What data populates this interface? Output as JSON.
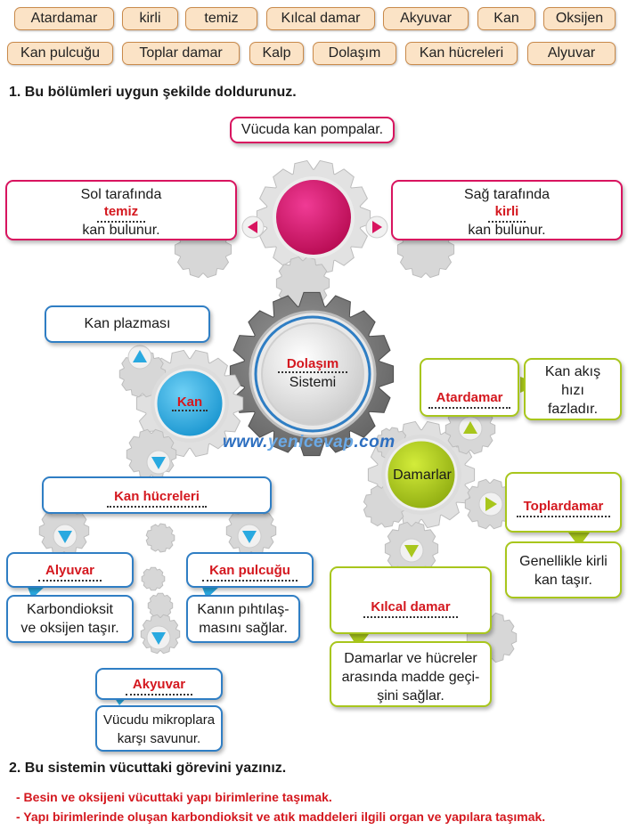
{
  "word_bank": [
    "Atardamar",
    "kirli",
    "temiz",
    "Kılcal damar",
    "Akyuvar",
    "Kan",
    "Oksijen",
    "Kan pulcuğu",
    "Toplar damar",
    "Kalp",
    "Dolaşım",
    "Kan hücreleri",
    "Alyuvar"
  ],
  "q1": {
    "number": "1.",
    "text": "Bu bölümleri uygun şekilde doldurunuz."
  },
  "heart": {
    "top_text": "Vücuda kan pompalar.",
    "left": {
      "line1": "Sol tarafında",
      "answer": "temiz",
      "line2": "kan bulunur."
    },
    "right": {
      "line1": "Sağ tarafında",
      "answer": "kirli",
      "line2": "kan bulunur."
    }
  },
  "center": {
    "answer": "Dolaşım",
    "line2": "Sistemi"
  },
  "blood": {
    "plasma": "Kan plazması",
    "center_answer": "Kan",
    "cells_answer": "Kan hücreleri",
    "alyuvar": {
      "answer": "Alyuvar",
      "desc": [
        "Karbondioksit",
        "ve oksijen taşır."
      ]
    },
    "pulcuk": {
      "answer": "Kan pulcuğu",
      "desc": [
        "Kanın pıhtılaş-",
        "masını sağlar."
      ]
    },
    "akyuvar": {
      "answer": "Akyuvar",
      "desc": [
        "Vücudu mikroplara",
        "karşı savunur."
      ]
    }
  },
  "vessels": {
    "center": "Damarlar",
    "artery": {
      "answer": "Atardamar",
      "desc": [
        "Kan akış",
        "hızı",
        "fazladır."
      ]
    },
    "vein": {
      "answer": "Toplardamar",
      "desc": [
        "Genellikle kirli",
        "kan taşır."
      ]
    },
    "capillary": {
      "answer": "Kılcal damar",
      "desc": [
        "Damarlar ve hücreler",
        "arasında madde geçi-",
        "şini sağlar."
      ]
    }
  },
  "watermark": {
    "part1": "www.",
    "part2": "yenicevap",
    "part3": ".com"
  },
  "q2": {
    "number": "2.",
    "text": "Bu sistemin vücuttaki görevini yazınız."
  },
  "answers": [
    "- Besin ve oksijeni vücuttaki yapı birimlerine taşımak.",
    "- Yapı birimlerinde oluşan karbondioksit ve atık maddeleri ilgili organ ve yapılara taşımak."
  ],
  "colors": {
    "pink": "#d8145f",
    "blue": "#2f7ec4",
    "cyan": "#29a9e0",
    "green": "#a8c61c",
    "answer_red": "#d4181f"
  }
}
